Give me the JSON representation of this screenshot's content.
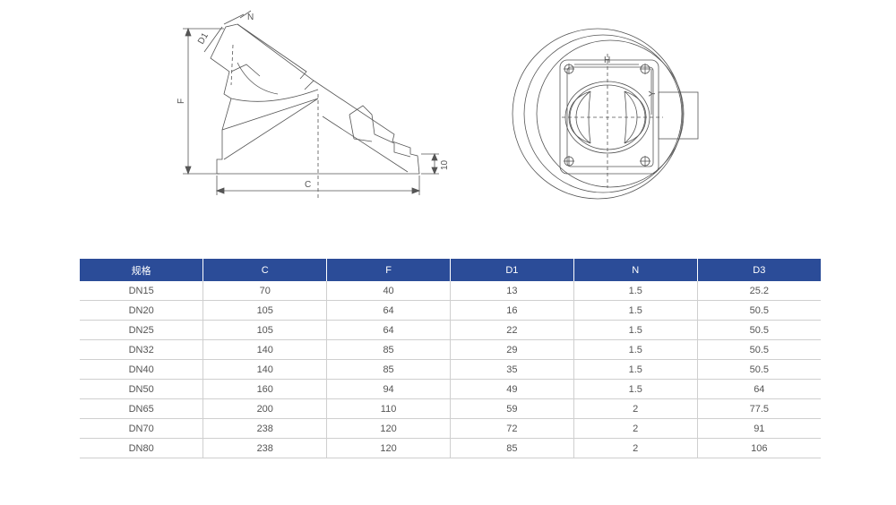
{
  "drawing_left": {
    "labels": {
      "n": "N",
      "d1": "D1",
      "f": "F",
      "ten": "10",
      "c": "C"
    }
  },
  "drawing_right": {
    "labels": {
      "h": "H",
      "y": "Y"
    }
  },
  "table": {
    "headers": [
      "规格",
      "C",
      "F",
      "D1",
      "N",
      "D3"
    ],
    "rows": [
      [
        "DN15",
        "70",
        "40",
        "13",
        "1.5",
        "25.2"
      ],
      [
        "DN20",
        "105",
        "64",
        "16",
        "1.5",
        "50.5"
      ],
      [
        "DN25",
        "105",
        "64",
        "22",
        "1.5",
        "50.5"
      ],
      [
        "DN32",
        "140",
        "85",
        "29",
        "1.5",
        "50.5"
      ],
      [
        "DN40",
        "140",
        "85",
        "35",
        "1.5",
        "50.5"
      ],
      [
        "DN50",
        "160",
        "94",
        "49",
        "1.5",
        "64"
      ],
      [
        "DN65",
        "200",
        "110",
        "59",
        "2",
        "77.5"
      ],
      [
        "DN70",
        "238",
        "120",
        "72",
        "2",
        "91"
      ],
      [
        "DN80",
        "238",
        "120",
        "85",
        "2",
        "106"
      ]
    ]
  },
  "colors": {
    "header_bg": "#2b4c98",
    "line": "#555555",
    "grid": "#cfcfcf"
  }
}
